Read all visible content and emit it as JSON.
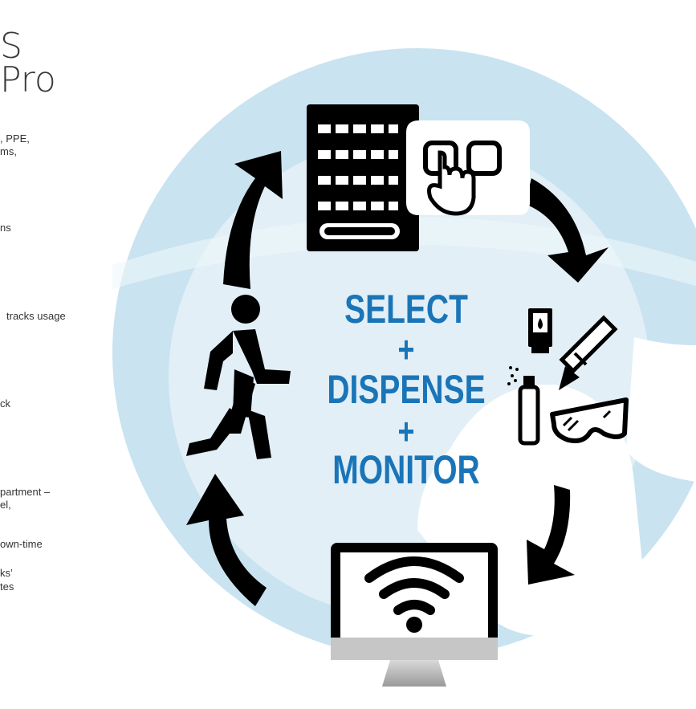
{
  "left_panel": {
    "title_lines": [
      "S",
      "Pro"
    ],
    "text_lines": [
      ", PPE,",
      "ms,",
      "ns",
      "tracks usage",
      "ck",
      "partment –",
      "el,",
      "own-time",
      "ks’",
      "tes"
    ]
  },
  "center": {
    "select": "SELECT",
    "plus_1": "+",
    "dispense": "DISPENSE",
    "plus_2": "+",
    "monitor": "MONITOR"
  },
  "icons": [
    "vending-machine-icon",
    "touch-buttons-icon",
    "ink-cartridge-icon",
    "drill-bit-icon",
    "spray-can-icon",
    "safety-glasses-icon",
    "wifi-monitor-icon",
    "walking-person-icon",
    "cycle-arrow-icon"
  ],
  "colors": {
    "circle_light": "#e3f0f6",
    "ring_blue": "#c4e0ee",
    "text_blue": "#1a75b8",
    "icon_black": "#000000",
    "monitor_frame": "#bfbfbf"
  }
}
